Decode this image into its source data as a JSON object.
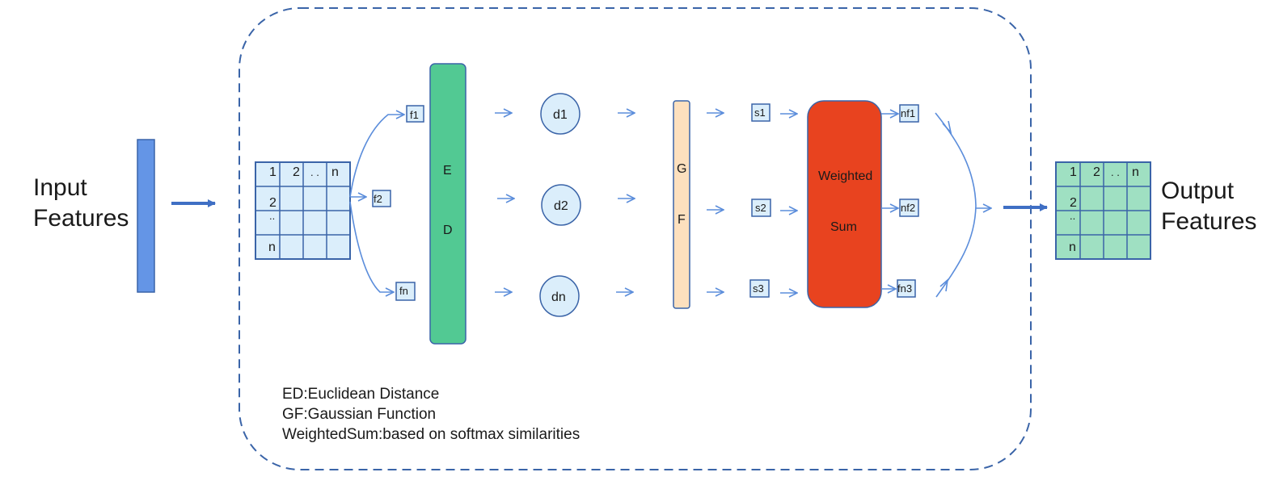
{
  "input": {
    "line1": "Input",
    "line2": "Features"
  },
  "output": {
    "line1": "Output",
    "line2": "Features"
  },
  "matrix": {
    "header": [
      "1",
      "2",
      ". .",
      "n"
    ],
    "rows": [
      "2",
      "..",
      "n"
    ]
  },
  "features": [
    "f1",
    "f2",
    "fn"
  ],
  "ed_block": [
    "E",
    "D"
  ],
  "distances": [
    "d1",
    "d2",
    "dn"
  ],
  "gf_block": [
    "G",
    "F"
  ],
  "similarities": [
    "s1",
    "s2",
    "s3"
  ],
  "weighted_sum": {
    "line1": "Weighted",
    "line2": "Sum"
  },
  "new_features": [
    "nf1",
    "nf2",
    "fn3"
  ],
  "legend": [
    "ED:Euclidean Distance",
    "GF:Gaussian Function",
    "WeightedSum:based on softmax similarities"
  ],
  "colors": {
    "input_bar": "#6495e6",
    "ed_block": "#52c993",
    "gf_block": "#fde0be",
    "weighted_sum": "#e8431f",
    "output_matrix": "#9fe0c2",
    "matrix_cell": "#dbeefb",
    "circle": "#dbeefb",
    "stroke": "#3a64a8",
    "arrow": "#5b8ddb"
  }
}
